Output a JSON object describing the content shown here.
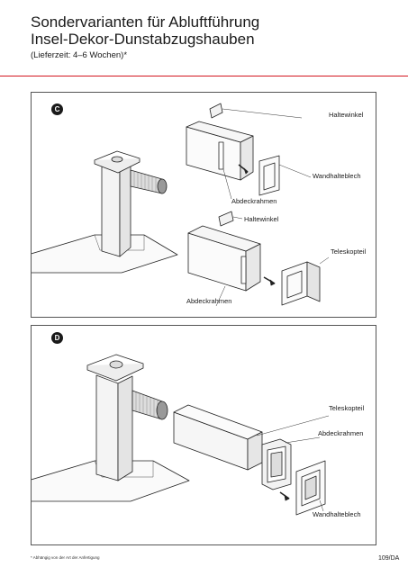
{
  "header": {
    "title_line1": "Sondervarianten für Abluftführung",
    "title_line2": "Insel-Dekor-Dunstabzugshauben",
    "subtitle": "(Lieferzeit: 4–6 Wochen)*"
  },
  "panel_c": {
    "badge": "C",
    "labels": {
      "haltewinkel_1": "Haltewinkel",
      "wandhalteblech": "Wandhalteblech",
      "abdeckrahmen_1": "Abdeckrahmen",
      "haltewinkel_2": "Haltewinkel",
      "teleskopteil": "Teleskopteil",
      "abdeckrahmen_2": "Abdeckrahmen"
    }
  },
  "panel_d": {
    "badge": "D",
    "labels": {
      "teleskopteil": "Teleskopteil",
      "abdeckrahmen": "Abdeckrahmen",
      "wandhalteblech": "Wandhalteblech"
    }
  },
  "footer": {
    "footnote": "* Abhängig von der Art der Anfertigung",
    "page": "109/DA"
  }
}
